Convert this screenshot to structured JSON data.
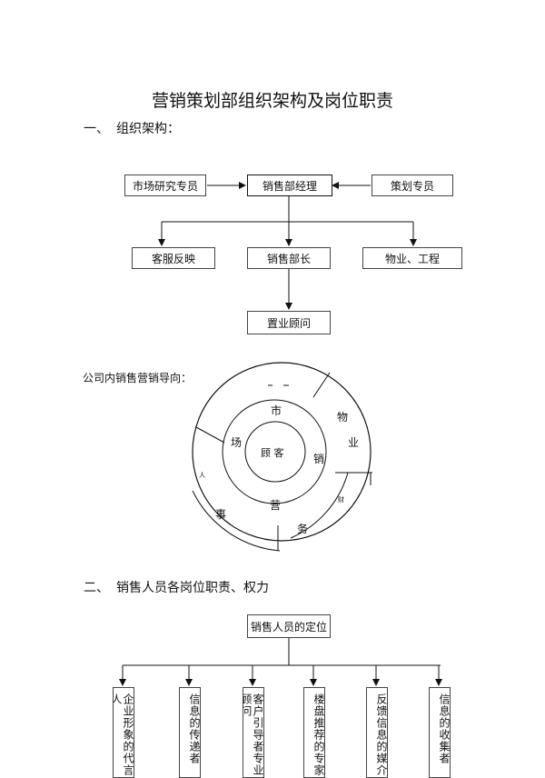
{
  "document": {
    "title": "营销策划部组织架构及岗位职责",
    "section1": {
      "number": "一、",
      "text": "组织架构："
    },
    "section2": {
      "number": "二、",
      "text": "销售人员各岗位职责、权力"
    }
  },
  "org_chart": {
    "left_box": "市场研究专员",
    "center_box": "销售部经理",
    "right_box": "策划专员",
    "level2": [
      "客服反映",
      "销售部长",
      "物业、工程"
    ],
    "level3": "置业顾问"
  },
  "circle_diagram": {
    "label": "公司内销售营销导向：",
    "center": "顾 客",
    "inner_ring": {
      "top": "市",
      "left": "场",
      "right": "销",
      "bottom": "营"
    },
    "outer_ring": {
      "right_top": "物",
      "right_mid": "业",
      "left_small": "人",
      "left_bottom": "事",
      "bottom": "务",
      "right_small": "财"
    }
  },
  "positioning_chart": {
    "top_box": "销售人员的定位",
    "columns": [
      "企业形象的代言人",
      "信息的传递者",
      "客户引导者专业顾问",
      "楼盘推荐的专家",
      "反馈信息的媒介",
      "信息的收集者"
    ]
  }
}
